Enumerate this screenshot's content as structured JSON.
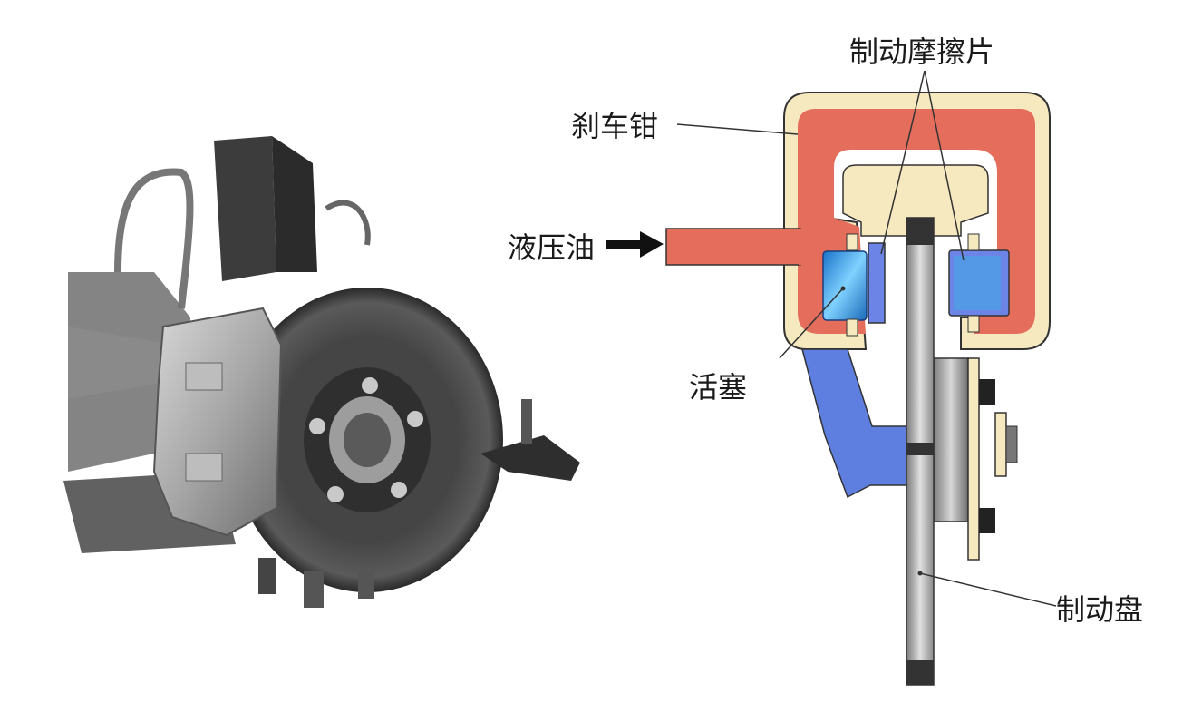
{
  "labels": {
    "pads": "制动摩擦片",
    "caliper": "刹车钳",
    "fluid": "液压油",
    "piston": "活塞",
    "disc": "制动盘"
  },
  "colors": {
    "caliper_outer": "#f6e9bf",
    "caliper_inner": "#e46d5c",
    "fluid": "#e46d5c",
    "piston_blue": "#3aa6e8",
    "pad_blue": "#6b84e6",
    "bracket_blue": "#5f7fe0",
    "disc_gray": "#b9b9b9",
    "hub_gray": "#9a9a9a"
  }
}
